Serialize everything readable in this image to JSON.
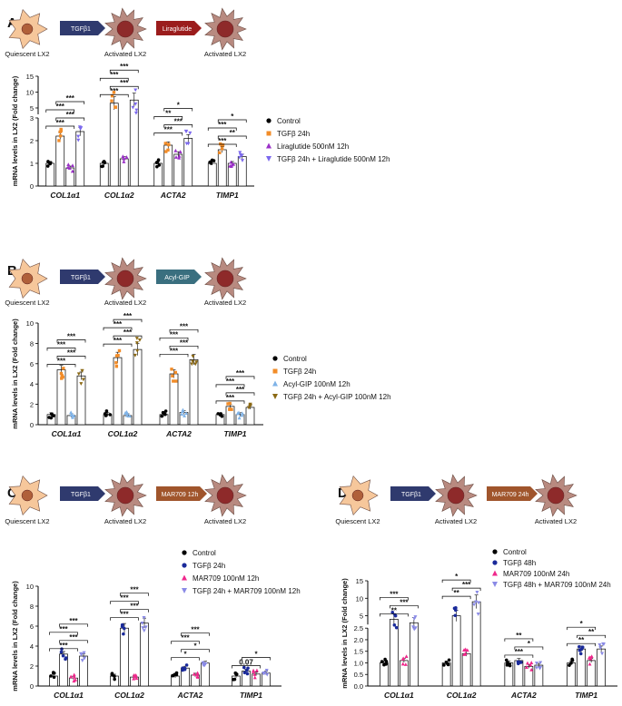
{
  "colors": {
    "control": "#000000",
    "A_tgf": "#f28c28",
    "A_lira": "#9b30c8",
    "A_combo": "#7b68ee",
    "B_tgf": "#f28c28",
    "B_gip": "#7fb3e8",
    "B_combo": "#8b6914",
    "C_tgf": "#1a2a9a",
    "C_mar": "#f0288c",
    "C_combo": "#8a8ae6",
    "arrow_tgf": "#2f3a6e",
    "arrow_lira": "#9b1c1c",
    "arrow_gip": "#3a6f7f",
    "arrow_mar": "#a0552c",
    "cell_quiescent": "#f6c79b",
    "cell_activated": "#b88a80"
  },
  "panels": [
    {
      "letter": "A",
      "schematic": {
        "cells": [
          "Quiescent LX2",
          "Activated LX2",
          "Activated LX2"
        ],
        "arrows": [
          "TGFβ1",
          "Liraglutide"
        ]
      },
      "chart_data": {
        "type": "bar",
        "ylabel": "mRNA levels in LX2 (Fold change)",
        "categories": [
          "COL1α1",
          "COL1α2",
          "ACTA2",
          "TIMP1"
        ],
        "y_ticks": [
          "0",
          "1",
          "2",
          "3",
          "5",
          "10",
          "15"
        ],
        "y_axis_break": true,
        "series": [
          {
            "name": "Control",
            "values": [
              1.0,
              1.0,
              1.0,
              1.0
            ]
          },
          {
            "name": "TGFβ 24h",
            "values": [
              2.2,
              6.5,
              1.8,
              1.6
            ]
          },
          {
            "name": "Liraglutide 500nM 12h",
            "values": [
              0.8,
              1.2,
              1.4,
              1.0
            ]
          },
          {
            "name": "TGFβ 24h + Liraglutide 500nM 12h",
            "values": [
              2.4,
              7.5,
              2.1,
              1.3
            ]
          }
        ],
        "significance": [
          "***",
          "***",
          "***",
          "***",
          "***",
          "***",
          "***",
          "***",
          "***",
          "***",
          "**",
          "*",
          "***",
          "**",
          "***",
          "*"
        ]
      }
    },
    {
      "letter": "B",
      "schematic": {
        "cells": [
          "Quiescent LX2",
          "Activated LX2",
          "Activated LX2"
        ],
        "arrows": [
          "TGFβ1",
          "Acyl-GIP"
        ]
      },
      "chart_data": {
        "type": "bar",
        "ylabel": "mRNA levels in LX2 (Fold change)",
        "categories": [
          "COL1α1",
          "COL1α2",
          "ACTA2",
          "TIMP1"
        ],
        "y_ticks": [
          "0",
          "2",
          "4",
          "6",
          "8",
          "10"
        ],
        "ylim": [
          0,
          10
        ],
        "series": [
          {
            "name": "Control",
            "values": [
              1.0,
              1.0,
              1.0,
              1.0
            ]
          },
          {
            "name": "TGFβ 24h",
            "values": [
              5.4,
              6.6,
              5.0,
              1.8
            ]
          },
          {
            "name": "Acyl-GIP 100nM 12h",
            "values": [
              0.9,
              0.9,
              1.2,
              1.0
            ]
          },
          {
            "name": "TGFβ 24h + Acyl-GIP 100nM 12h",
            "values": [
              4.8,
              7.4,
              6.4,
              1.7
            ]
          }
        ],
        "significance": [
          "***",
          "***",
          "***",
          "***",
          "***",
          "***",
          "***",
          "***",
          "***",
          "***",
          "***",
          "***",
          "***",
          "***",
          "***",
          "***"
        ]
      }
    },
    {
      "letter": "C",
      "schematic": {
        "cells": [
          "Quiescent LX2",
          "Activated LX2",
          "Activated LX2"
        ],
        "arrows": [
          "TGFβ1",
          "MAR709 12h"
        ]
      },
      "chart_data": {
        "type": "bar",
        "ylabel": "mRNA levels in LX2 (Fold change)",
        "categories": [
          "COL1α1",
          "COL1α2",
          "ACTA2",
          "TIMP1"
        ],
        "y_ticks": [
          "0",
          "2",
          "4",
          "6",
          "8",
          "10"
        ],
        "ylim": [
          0,
          10
        ],
        "series": [
          {
            "name": "Control",
            "values": [
              1.0,
              1.0,
              1.0,
              1.0
            ]
          },
          {
            "name": "TGFβ 24h",
            "values": [
              3.2,
              5.8,
              1.8,
              1.5
            ]
          },
          {
            "name": "MAR709 100nM 12h",
            "values": [
              0.8,
              0.9,
              1.1,
              1.2
            ]
          },
          {
            "name": "TGFβ 24h + MAR709 100nM 12h",
            "values": [
              3.0,
              6.3,
              2.3,
              1.3
            ]
          }
        ],
        "significance": [
          "***",
          "***",
          "***",
          "***",
          "***",
          "***",
          "***",
          "***",
          "*",
          "*",
          "***",
          "***",
          "0.07",
          "*"
        ]
      }
    },
    {
      "letter": "D",
      "schematic": {
        "cells": [
          "Quiescent LX2",
          "Activated LX2",
          "Activated LX2"
        ],
        "arrows": [
          "TGFβ1",
          "MAR709 24h"
        ]
      },
      "chart_data": {
        "type": "bar",
        "ylabel": "mRNA levels in LX2 (Fold change)",
        "categories": [
          "COL1α1",
          "COL1α2",
          "ACTA2",
          "TIMP1"
        ],
        "y_ticks": [
          "0.0",
          "0.5",
          "1.0",
          "1.5",
          "2.0",
          "2.5",
          "5",
          "10",
          "15"
        ],
        "y_axis_break": true,
        "series": [
          {
            "name": "Control",
            "values": [
              1.0,
              1.0,
              1.0,
              1.0
            ]
          },
          {
            "name": "TGFβ 48h",
            "values": [
              4.0,
              5.0,
              1.1,
              1.6
            ]
          },
          {
            "name": "MAR709 100nM 24h",
            "values": [
              1.1,
              1.4,
              0.85,
              1.1
            ]
          },
          {
            "name": "TGFβ 48h + MAR709 100nM 24h",
            "values": [
              3.0,
              9.0,
              0.9,
              1.6
            ]
          }
        ],
        "significance": [
          "**",
          "***",
          "***",
          "**",
          "***",
          "*",
          "***",
          "*",
          "**",
          "**",
          "**",
          "*"
        ]
      }
    }
  ]
}
